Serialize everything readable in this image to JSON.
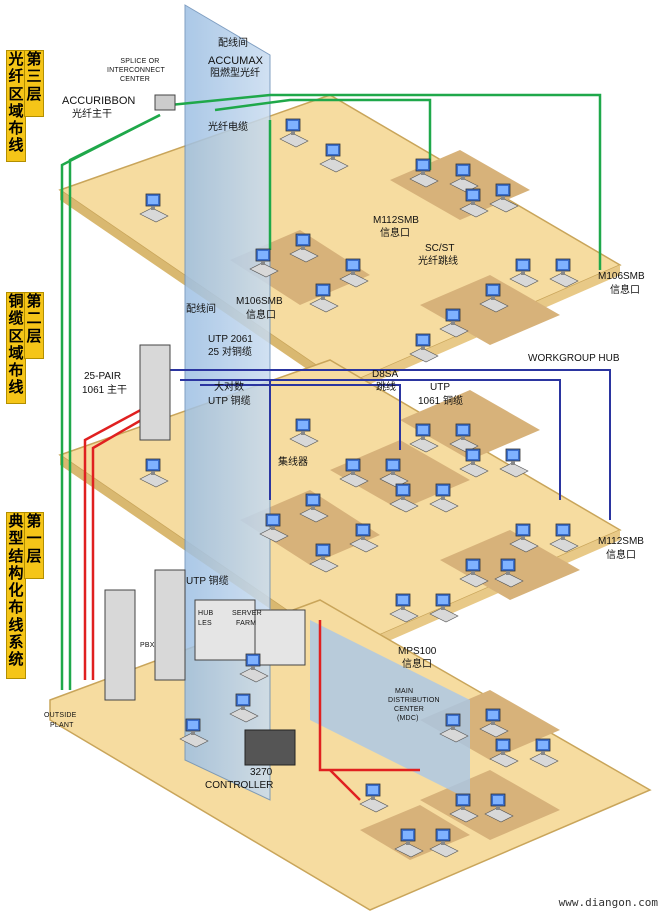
{
  "floor_titles": {
    "third_a": "光纤区域布线",
    "third_b": "第三层",
    "second_a": "铜缆区域布线",
    "second_b": "第二层",
    "first_a": "典型结构化布线系统",
    "first_b": "第一层"
  },
  "labels": {
    "splice": "SPLICE OR",
    "interconnect": "INTERCONNECT",
    "center": "CENTER",
    "peixianjian_top": "配线间",
    "accumax": "ACCUMAX",
    "zuran": "阻燃型光纤",
    "accuribbon": "ACCURIBBON",
    "guangxian_zhugan": "光纤主干",
    "guangxian_dianlan": "光纤电缆",
    "m112smb_top": "M112SMB",
    "xinxikou_a": "信息口",
    "scst": "SC/ST",
    "guangxian_tiaoxian": "光纤跳线",
    "m106smb_left": "M106SMB",
    "xinxikou_b": "信息口",
    "m106smb_right": "M106SMB",
    "xinxikou_c": "信息口",
    "peixianjian_mid": "配线间",
    "utp2061": "UTP 2061",
    "dui25": "25 对铜缆",
    "pair25": "25-PAIR",
    "zhugan1061": "1061 主干",
    "daduishu": "大对数",
    "utp_tonglan": "UTP 铜缆",
    "d8sa": "D8SA",
    "tiaoxian": "跳线",
    "utp_b": "UTP",
    "tonglan1061": "1061 铜缆",
    "workgroup_hub": "WORKGROUP HUB",
    "jixianqi": "集线器",
    "m112smb_mid": "M112SMB",
    "xinxikou_d": "信息口",
    "utp_tonglan_bottom": "UTP 铜缆",
    "pbx": "PBX",
    "hub": "HUB",
    "les": "LES",
    "server": "SERVER",
    "farm": "FARM",
    "mps100": "MPS100",
    "xinxikou_e": "信息口",
    "main": "MAIN",
    "distribution": "DISTRIBUTION",
    "center_b": "CENTER",
    "mdc": "(MDC)",
    "outside": "OUTSIDE",
    "plant": "PLANT",
    "c3270": "3270",
    "controller": "CONTROLLER"
  },
  "footer": "www.diangon.com",
  "colors": {
    "floor": "#f6dca0",
    "floor_edge": "#c9a55a",
    "carpet": "#d7b27a",
    "riser": "#8fb4dc",
    "green_cable": "#1fa84a",
    "blue_cable": "#2b35a0",
    "red_cable": "#e02020",
    "side_label": "#f5c518"
  }
}
